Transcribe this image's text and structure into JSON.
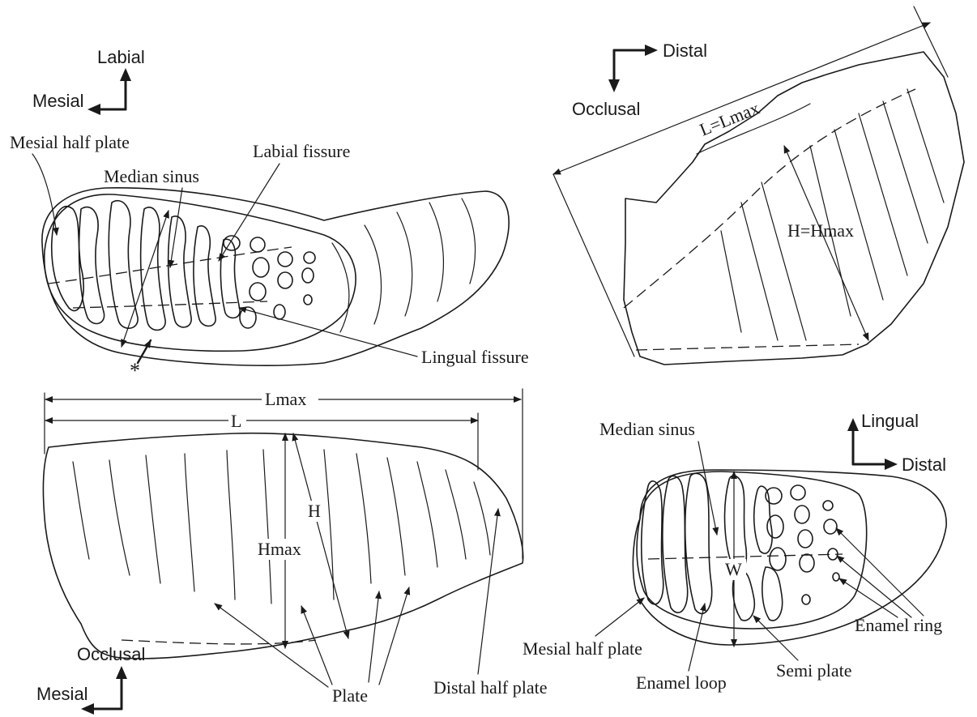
{
  "panels": {
    "top_left": {
      "compass": {
        "up": "Labial",
        "left": "Mesial"
      },
      "labels": {
        "mesial_half_plate": "Mesial half plate",
        "median_sinus": "Median sinus",
        "labial_fissure": "Labial fissure",
        "lingual_fissure": "Lingual fissure",
        "asterisk": "*"
      }
    },
    "top_right": {
      "compass": {
        "right": "Distal",
        "down": "Occlusal"
      },
      "labels": {
        "length": "L=Lmax",
        "height": "H=Hmax"
      }
    },
    "bottom_left": {
      "compass": {
        "up": "Occlusal",
        "left": "Mesial"
      },
      "labels": {
        "lmax": "Lmax",
        "l": "L",
        "h": "H",
        "hmax": "Hmax",
        "plate": "Plate",
        "distal_half_plate": "Distal half plate"
      }
    },
    "bottom_right": {
      "compass": {
        "up": "Lingual",
        "right": "Distal"
      },
      "labels": {
        "median_sinus": "Median sinus",
        "w": "W",
        "mesial_half_plate": "Mesial half plate",
        "enamel_loop": "Enamel loop",
        "semi_plate": "Semi plate",
        "enamel_ring": "Enamel ring"
      }
    }
  }
}
